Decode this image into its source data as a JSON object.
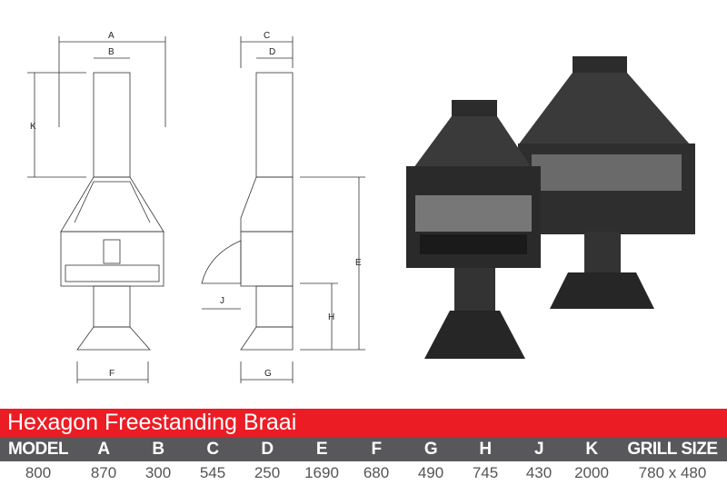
{
  "diagram_labels": {
    "A": "A",
    "B": "B",
    "C": "C",
    "D": "D",
    "E": "E",
    "F": "F",
    "G": "G",
    "H": "H",
    "J": "J",
    "K": "K"
  },
  "title": "Hexagon Freestanding Braai",
  "table": {
    "headers": [
      "MODEL",
      "A",
      "B",
      "C",
      "D",
      "E",
      "F",
      "G",
      "H",
      "J",
      "K",
      "GRILL SIZE"
    ],
    "values": [
      "800",
      "870",
      "300",
      "545",
      "250",
      "1690",
      "680",
      "490",
      "745",
      "430",
      "2000",
      "780 x 480"
    ]
  },
  "colors": {
    "red": "#ec1c24",
    "header_gray": "#58585a"
  }
}
